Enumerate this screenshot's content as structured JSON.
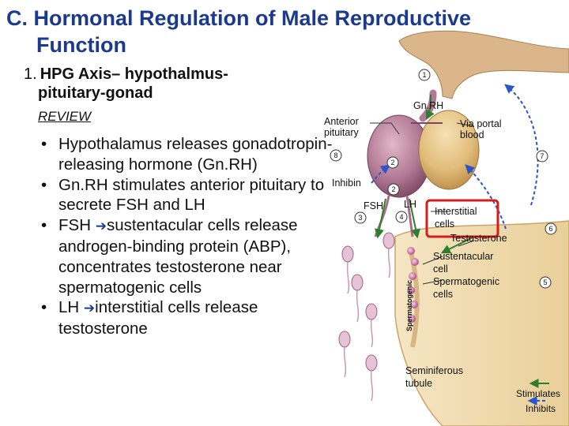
{
  "title": {
    "line1": "C.  Hormonal Regulation of Male  Reproductive",
    "line2": "Function"
  },
  "subtitle": {
    "number": "1.",
    "line1": "HPG Axis– hypothalmus-",
    "line2": "pituitary-gonad"
  },
  "review": "REVIEW",
  "bullets": [
    {
      "text_a": "Hypothalamus releases gonadotropin-releasing hormone (Gn.RH)"
    },
    {
      "text_a": "Gn.RH stimulates anterior pituitary to secrete FSH and LH"
    },
    {
      "text_a": "FSH ",
      "arrow": "➔",
      "text_b": "sustentacular cells release androgen-binding protein (ABP), concentrates testosterone near spermatogenic cells"
    },
    {
      "text_a": "LH ",
      "arrow": "➔",
      "text_b": "interstitial cells release testosterone"
    }
  ],
  "diagram": {
    "labels": {
      "gnrh": "Gn.RH",
      "anterior_pituitary_l1": "Anterior",
      "anterior_pituitary_l2": "pituitary",
      "via_portal_l1": "Via portal",
      "via_portal_l2": "blood",
      "inhibin": "Inhibin",
      "fsh": "FSH",
      "lh": "LH",
      "interstitial_l1": "Interstitial",
      "interstitial_l2": "cells",
      "testosterone": "Testosterone",
      "sustentacular_l1": "Sustentacular",
      "sustentacular_l2": "cell",
      "spermatogenic_l1": "Spermatogenic",
      "spermatogenic_l2": "cells",
      "seminiferous_l1": "Seminiferous",
      "seminiferous_l2": "tubule",
      "spermatogenic_vertical": "Spermatogenic"
    },
    "step_markers": [
      "1",
      "2",
      "2",
      "3",
      "4",
      "5",
      "6",
      "7",
      "8"
    ],
    "legend": {
      "stimulates": "Stimulates",
      "inhibits": "Inhibits"
    },
    "colors": {
      "title": "#1b3a8c",
      "stimulate_arrow": "#2f7d2f",
      "inhibit_arrow": "#2b55c8",
      "pituitary": "#a86d8a",
      "tubule": "#f0d8a8",
      "highlight_box": "#d21e1e"
    }
  }
}
